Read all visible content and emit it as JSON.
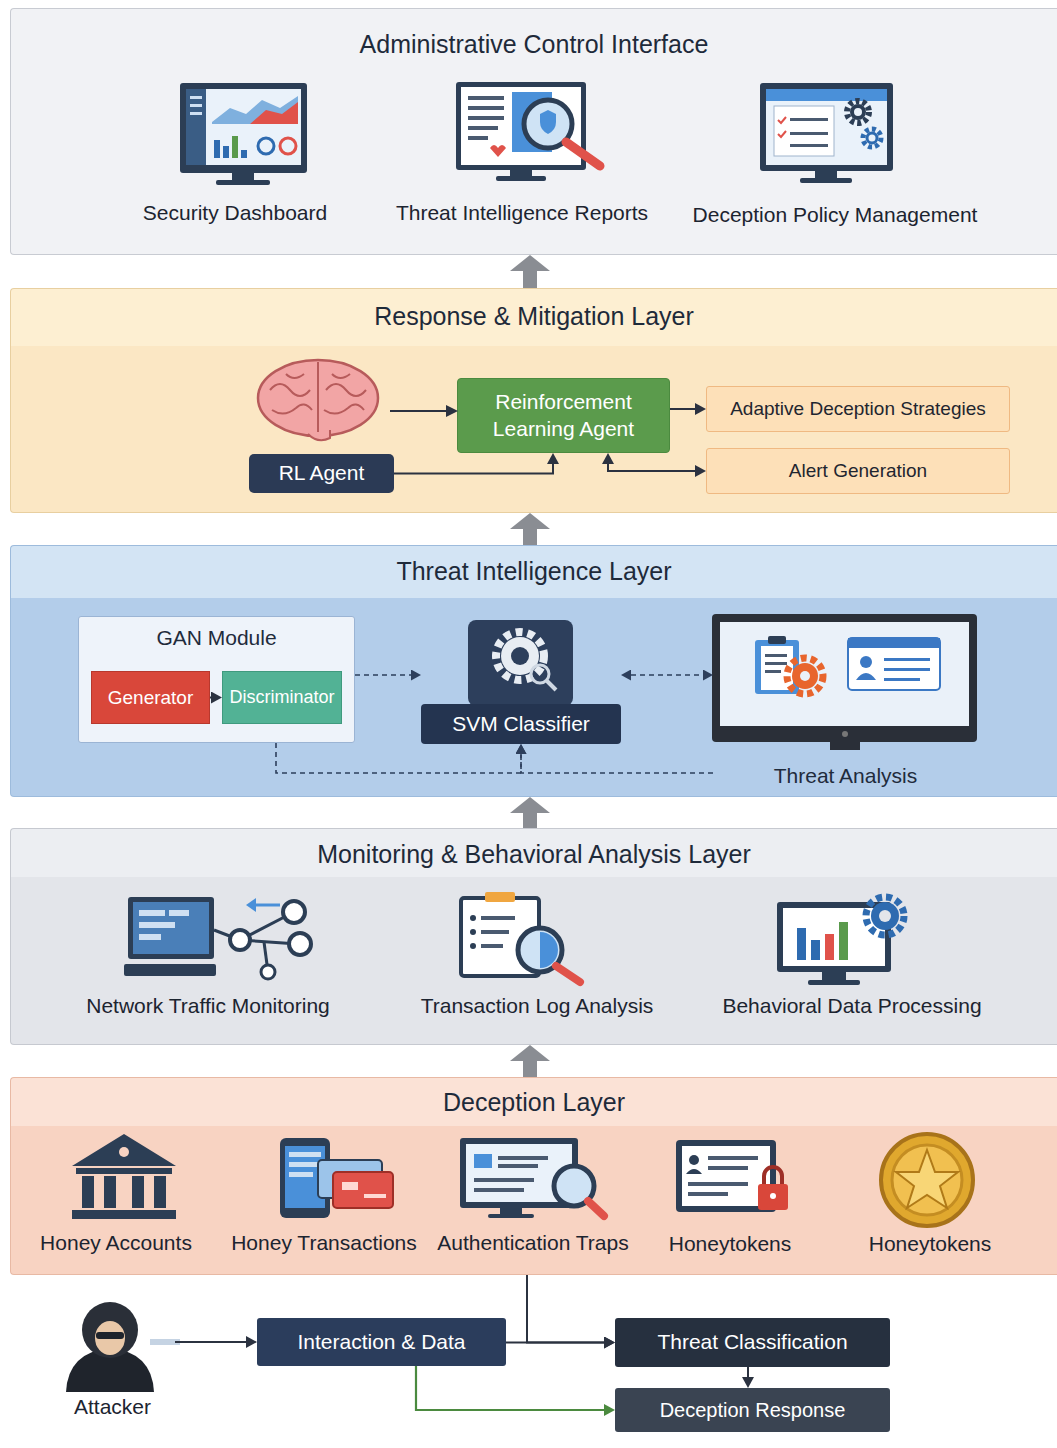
{
  "diagram": {
    "nodes": [
      {
        "text": [
          "Administrative Control Interface"
        ]
      },
      {
        "text": [
          "Response & Mitigation Layer"
        ]
      },
      {
        "text": [
          "RL Agent"
        ],
        "in": 1
      },
      {
        "text": [
          "Reinforcement Learning Agent"
        ],
        "in": 1
      },
      {
        "text": [
          "Adaptive Deception Strategies"
        ],
        "in": 1
      },
      {
        "text": [
          "Alert Generation"
        ],
        "in": 1
      },
      {
        "text": [
          "Threat Intelligence Layer"
        ]
      },
      {
        "text": [
          "GAN Module"
        ],
        "in": 6
      },
      {
        "text": [
          "Generator"
        ],
        "in": 7
      },
      {
        "text": [
          "Discriminator"
        ],
        "in": 7
      },
      {
        "text": [
          "SVM Classifier"
        ],
        "in": 6
      },
      {
        "text": [
          "Threat Analysis"
        ],
        "in": 6
      },
      {
        "text": [
          "Monitoring & Behavioral Analysis Layer"
        ]
      },
      {
        "text": [
          "Deception Layer"
        ]
      },
      {
        "text": [
          "Attacker"
        ]
      },
      {
        "text": [
          "Interaction & Data"
        ]
      },
      {
        "text": [
          "Threat Classification"
        ]
      },
      {
        "text": [
          "Deception Response"
        ]
      }
    ],
    "edges": [
      {
        "from": 1,
        "to": 0,
        "arrow": "to"
      },
      {
        "from": 6,
        "to": 1,
        "arrow": "to"
      },
      {
        "from": 12,
        "to": 6,
        "arrow": "to"
      },
      {
        "from": 13,
        "to": 12,
        "arrow": "to"
      },
      {
        "from": 2,
        "to": 3,
        "arrow": "to"
      },
      {
        "from": 3,
        "to": 4,
        "arrow": "to"
      },
      {
        "from": 3,
        "to": 5,
        "arrow": "both"
      },
      {
        "from": 8,
        "to": 9,
        "arrow": "to"
      },
      {
        "from": 7,
        "to": 10,
        "arrow": "to"
      },
      {
        "from": 10,
        "to": 11,
        "arrow": "both"
      },
      {
        "from": 7,
        "to": 10,
        "arrow": "to"
      },
      {
        "from": 11,
        "to": 10,
        "arrow": "to"
      },
      {
        "from": 14,
        "to": 15,
        "arrow": "to"
      },
      {
        "from": 13,
        "to": 16,
        "arrow": "to"
      },
      {
        "from": 15,
        "to": 16,
        "arrow": "to"
      },
      {
        "from": 16,
        "to": 17,
        "arrow": "to"
      },
      {
        "from": 15,
        "to": 17,
        "arrow": "to"
      }
    ],
    "labels": [
      "Security Dashboard",
      "Threat Intelligence Reports",
      "Deception Policy Management",
      "Network Traffic Monitoring",
      "Transaction Log Analysis",
      "Behavioral Data Processing",
      "Honey Accounts",
      "Honey Transactions",
      "Authentication Traps",
      "Honeytokens",
      "Honeytokens"
    ]
  }
}
